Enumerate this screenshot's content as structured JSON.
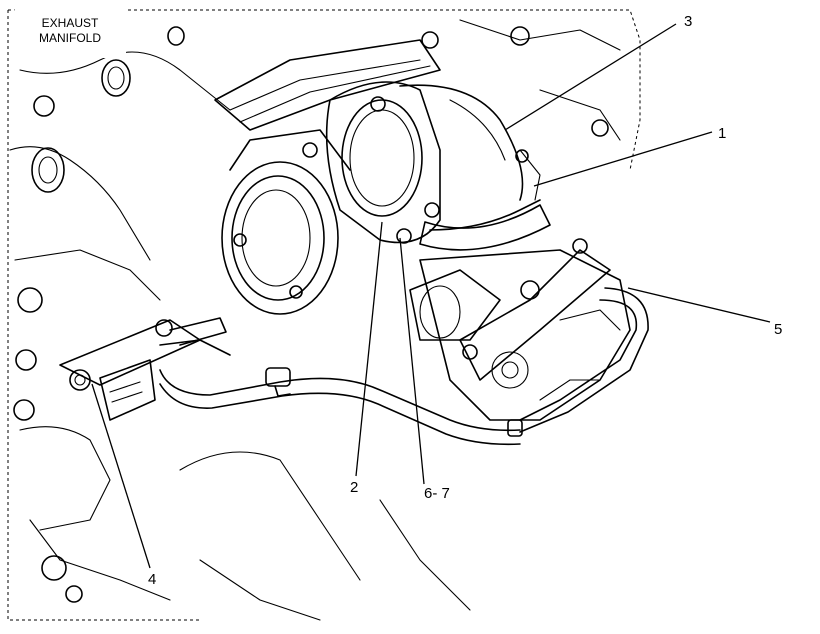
{
  "labels": {
    "exhaust_line1": "EXHAUST",
    "exhaust_line2": "MANIFOLD"
  },
  "callouts": {
    "c1": "1",
    "c2": "2",
    "c3": "3",
    "c4": "4",
    "c5": "5",
    "c67": "6- 7"
  },
  "colors": {
    "line": "#000000",
    "background": "#ffffff"
  }
}
